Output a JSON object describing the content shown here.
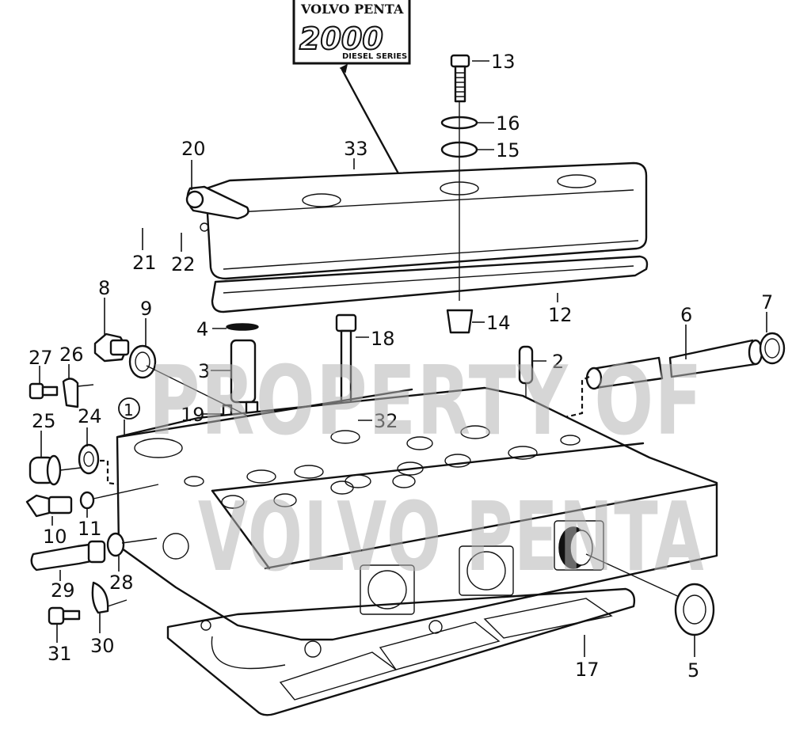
{
  "diagram": {
    "title": "Cylinder head and valve cover, exploded view",
    "brand_badge": {
      "line1": "VOLVO PENTA",
      "model": "2000",
      "line2": "DIESEL SERIES"
    },
    "watermark": {
      "line1": "PROPERTY OF",
      "line2": "VOLVO PENTA"
    },
    "callouts": [
      {
        "id": "1",
        "label": "1",
        "circled": true
      },
      {
        "id": "2",
        "label": "2"
      },
      {
        "id": "3",
        "label": "3"
      },
      {
        "id": "4",
        "label": "4"
      },
      {
        "id": "5",
        "label": "5"
      },
      {
        "id": "6",
        "label": "6"
      },
      {
        "id": "7",
        "label": "7"
      },
      {
        "id": "8",
        "label": "8"
      },
      {
        "id": "9",
        "label": "9"
      },
      {
        "id": "10",
        "label": "10"
      },
      {
        "id": "11",
        "label": "11"
      },
      {
        "id": "12",
        "label": "12"
      },
      {
        "id": "13",
        "label": "13"
      },
      {
        "id": "14",
        "label": "14"
      },
      {
        "id": "15",
        "label": "15"
      },
      {
        "id": "16",
        "label": "16"
      },
      {
        "id": "17",
        "label": "17"
      },
      {
        "id": "18",
        "label": "18"
      },
      {
        "id": "19",
        "label": "19"
      },
      {
        "id": "20",
        "label": "20"
      },
      {
        "id": "21",
        "label": "21"
      },
      {
        "id": "22",
        "label": "22"
      },
      {
        "id": "24",
        "label": "24"
      },
      {
        "id": "25",
        "label": "25"
      },
      {
        "id": "26",
        "label": "26"
      },
      {
        "id": "27",
        "label": "27"
      },
      {
        "id": "28",
        "label": "28"
      },
      {
        "id": "29",
        "label": "29"
      },
      {
        "id": "30",
        "label": "30"
      },
      {
        "id": "31",
        "label": "31"
      },
      {
        "id": "32",
        "label": "32"
      },
      {
        "id": "33",
        "label": "33"
      }
    ]
  }
}
